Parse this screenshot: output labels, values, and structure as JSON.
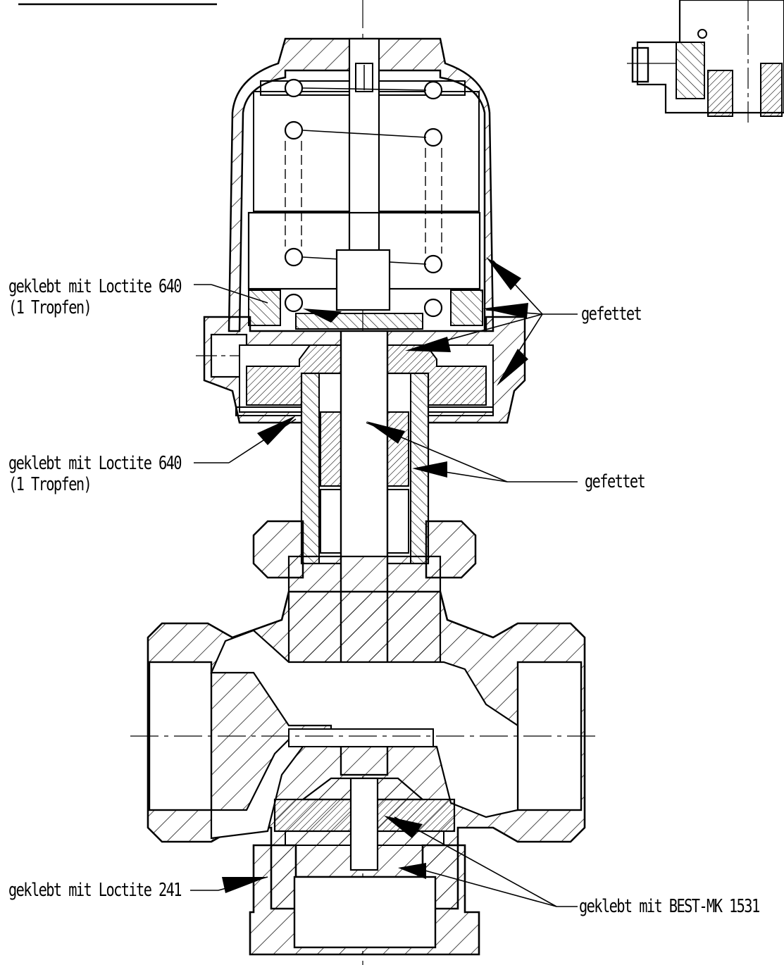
{
  "annotations": {
    "glued_loctite_640_upper": {
      "line1": "geklebt mit Loctite 640",
      "line2": "(1 Tropfen)"
    },
    "glued_loctite_640_lower": {
      "line1": "geklebt mit Loctite 640",
      "line2": "(1 Tropfen)"
    },
    "greased_upper": "gefettet",
    "greased_lower": "gefettet",
    "glued_loctite_241": "geklebt mit Loctite 241",
    "glued_best_mk_1531": "geklebt mit BEST-MK 1531"
  },
  "colors": {
    "ink": "#000000",
    "background": "#ffffff"
  }
}
